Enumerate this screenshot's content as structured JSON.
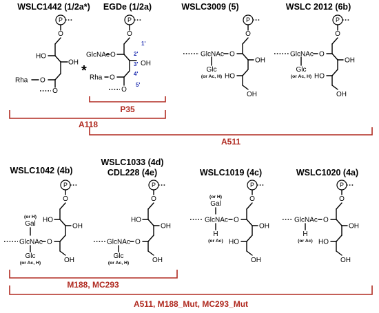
{
  "strains": {
    "s1": "WSLC1442 (1/2a*)",
    "s2": "EGDe (1/2a)",
    "s3": "WSLC3009 (5)",
    "s4": "WSLC 2012 (6b)",
    "s5": "WSLC1042 (4b)",
    "s6a": "WSLC1033 (4d)",
    "s6b": "CDL228 (4e)",
    "s7": "WSLC1019 (4c)",
    "s8": "WSLC1020 (4a)"
  },
  "atoms": {
    "p": "P",
    "ho": "HO",
    "oh": "OH",
    "o": "O",
    "rha": "Rha",
    "glcnac": "GlcNAc",
    "glc": "Glc",
    "gal": "Gal",
    "h": "H",
    "or_ac_h": "(or Ac, H)",
    "or_h": "(or H)",
    "or_ac": "(or Ac)",
    "star": "*"
  },
  "positions": [
    "1'",
    "2'",
    "3'",
    "4'",
    "5'"
  ],
  "antibodies": {
    "p35": "P35",
    "a118": "A118",
    "a511_top": "A511",
    "m188": "M188, MC293",
    "a511_bottom": "A511, M188_Mut, MC293_Mut"
  },
  "colors": {
    "bracket": "#b02a20",
    "position_numbers": "#1f2fb0"
  }
}
